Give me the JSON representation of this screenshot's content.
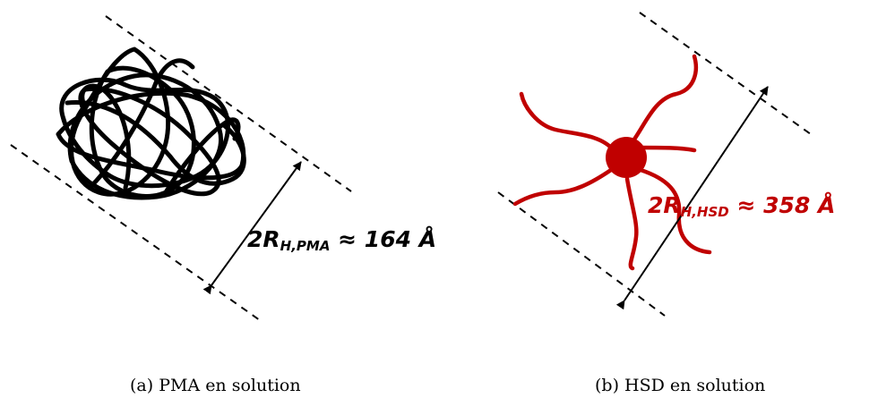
{
  "panel_a": {
    "radius_prefix": "2R",
    "radius_subscript": "H,PMA",
    "radius_value": "≈ 164 Å",
    "caption": "(a) PMA en solution",
    "color": "#000000"
  },
  "panel_b": {
    "radius_prefix": "2R",
    "radius_subscript": "H,HSD",
    "radius_value": "≈ 358 Å",
    "caption": "(b) HSD en solution",
    "color": "#c00000"
  }
}
